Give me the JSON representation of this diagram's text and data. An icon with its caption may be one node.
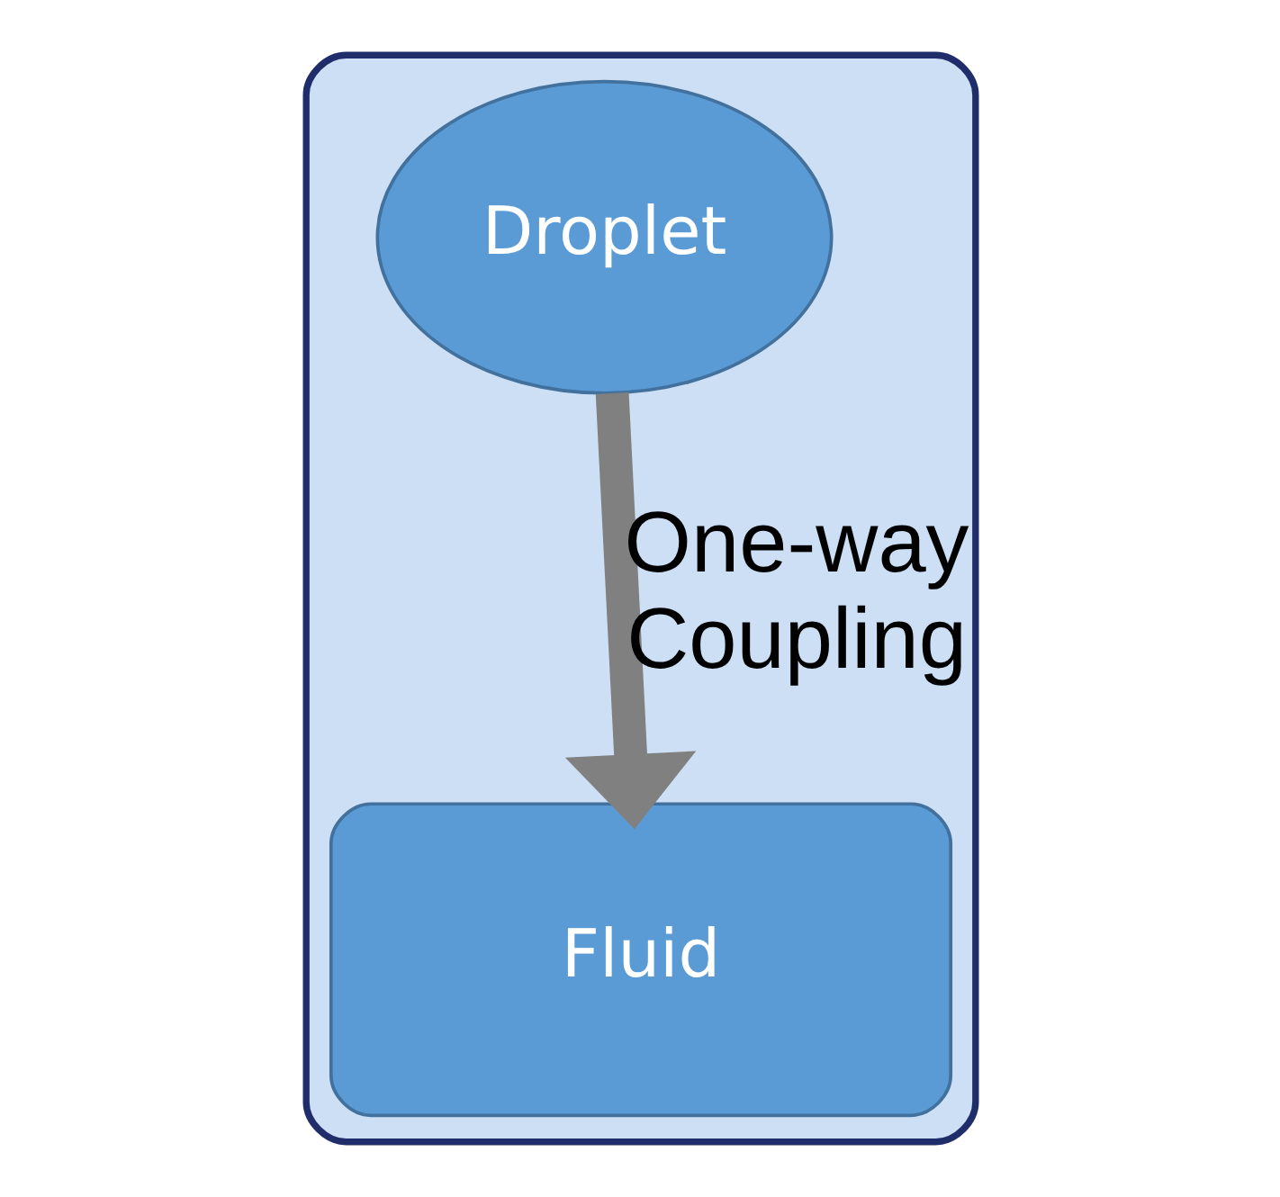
{
  "diagram": {
    "nodes": [
      {
        "text": [],
        "shape": "box"
      },
      {
        "text": [
          "Droplet"
        ],
        "in": 0
      },
      {
        "text": [
          "Fluid"
        ],
        "in": 0
      }
    ],
    "edges": [
      {
        "from": 1,
        "to": 2,
        "arrow": "to",
        "label": "One-way Coupling"
      }
    ]
  }
}
